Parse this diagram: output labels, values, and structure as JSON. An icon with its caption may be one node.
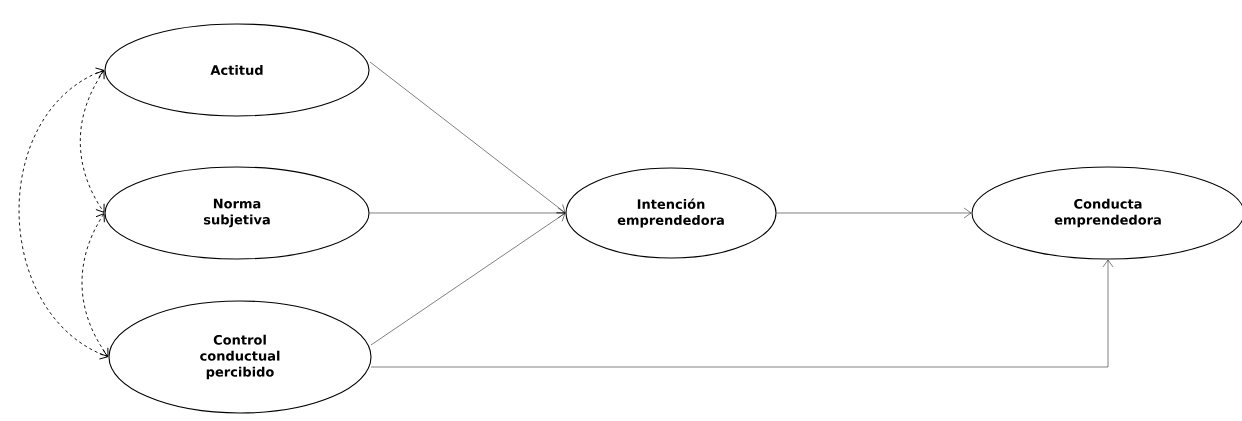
{
  "diagram": {
    "nodes": [
      {
        "text": [
          "Actitud"
        ]
      },
      {
        "text": [
          "Norma subjetiva"
        ]
      },
      {
        "text": [
          "Control conductual percibido"
        ]
      },
      {
        "text": [
          "Intención emprendedora"
        ]
      },
      {
        "text": [
          "Conducta emprendedora"
        ]
      }
    ],
    "edges": [
      {
        "from": 0,
        "to": 1,
        "arrow": "both",
        "style": "dashed"
      },
      {
        "from": 1,
        "to": 2,
        "arrow": "both",
        "style": "dashed"
      },
      {
        "from": 0,
        "to": 2,
        "arrow": "both",
        "style": "dashed"
      },
      {
        "from": 0,
        "to": 3,
        "arrow": "to"
      },
      {
        "from": 1,
        "to": 3,
        "arrow": "to"
      },
      {
        "from": 2,
        "to": 3,
        "arrow": "to"
      },
      {
        "from": 3,
        "to": 4,
        "arrow": "to"
      },
      {
        "from": 2,
        "to": 4,
        "arrow": "to"
      }
    ]
  }
}
